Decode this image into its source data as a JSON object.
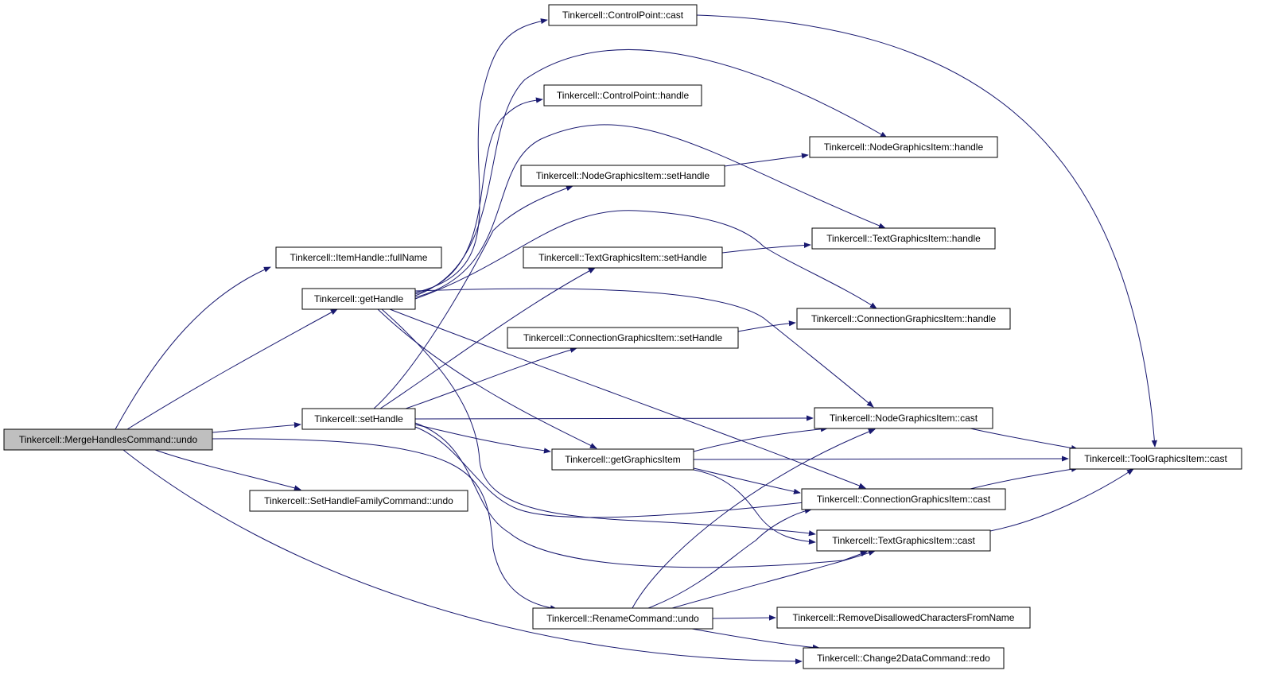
{
  "graph": {
    "edge_color": "#191970",
    "root_fill": "#bfbfbf",
    "nodes": {
      "merge_undo": "Tinkercell::MergeHandlesCommand::undo",
      "fullname": "Tinkercell::ItemHandle::fullName",
      "gethandle": "Tinkercell::getHandle",
      "sethandle": "Tinkercell::setHandle",
      "setfamily_undo": "Tinkercell::SetHandleFamilyCommand::undo",
      "rename_undo": "Tinkercell::RenameCommand::undo",
      "change2_redo": "Tinkercell::Change2DataCommand::redo",
      "cp_cast": "Tinkercell::ControlPoint::cast",
      "cp_handle": "Tinkercell::ControlPoint::handle",
      "ngi_sethandle": "Tinkercell::NodeGraphicsItem::setHandle",
      "tgi_sethandle": "Tinkercell::TextGraphicsItem::setHandle",
      "cgi_sethandle": "Tinkercell::ConnectionGraphicsItem::setHandle",
      "getgraphicsitem": "Tinkercell::getGraphicsItem",
      "ngi_handle": "Tinkercell::NodeGraphicsItem::handle",
      "tgi_handle": "Tinkercell::TextGraphicsItem::handle",
      "cgi_handle": "Tinkercell::ConnectionGraphicsItem::handle",
      "ngi_cast": "Tinkercell::NodeGraphicsItem::cast",
      "cgi_cast": "Tinkercell::ConnectionGraphicsItem::cast",
      "tgi_cast": "Tinkercell::TextGraphicsItem::cast",
      "remove_disallowed": "Tinkercell::RemoveDisallowedCharactersFromName",
      "toolgi_cast": "Tinkercell::ToolGraphicsItem::cast"
    },
    "edges": [
      [
        "merge_undo",
        "fullname"
      ],
      [
        "merge_undo",
        "gethandle"
      ],
      [
        "merge_undo",
        "sethandle"
      ],
      [
        "merge_undo",
        "setfamily_undo"
      ],
      [
        "merge_undo",
        "rename_undo"
      ],
      [
        "merge_undo",
        "change2_redo"
      ],
      [
        "gethandle",
        "cp_cast"
      ],
      [
        "gethandle",
        "cp_handle"
      ],
      [
        "gethandle",
        "ngi_handle"
      ],
      [
        "gethandle",
        "tgi_handle"
      ],
      [
        "gethandle",
        "cgi_handle"
      ],
      [
        "gethandle",
        "ngi_cast"
      ],
      [
        "gethandle",
        "cgi_cast"
      ],
      [
        "gethandle",
        "tgi_cast"
      ],
      [
        "gethandle",
        "getgraphicsitem"
      ],
      [
        "sethandle",
        "ngi_sethandle"
      ],
      [
        "sethandle",
        "tgi_sethandle"
      ],
      [
        "sethandle",
        "cgi_sethandle"
      ],
      [
        "sethandle",
        "ngi_cast"
      ],
      [
        "sethandle",
        "getgraphicsitem"
      ],
      [
        "sethandle",
        "cgi_cast"
      ],
      [
        "sethandle",
        "tgi_cast"
      ],
      [
        "ngi_sethandle",
        "ngi_handle"
      ],
      [
        "tgi_sethandle",
        "tgi_handle"
      ],
      [
        "cgi_sethandle",
        "cgi_handle"
      ],
      [
        "getgraphicsitem",
        "ngi_cast"
      ],
      [
        "getgraphicsitem",
        "toolgi_cast"
      ],
      [
        "getgraphicsitem",
        "cgi_cast"
      ],
      [
        "getgraphicsitem",
        "tgi_cast"
      ],
      [
        "cp_cast",
        "toolgi_cast"
      ],
      [
        "ngi_cast",
        "toolgi_cast"
      ],
      [
        "cgi_cast",
        "toolgi_cast"
      ],
      [
        "tgi_cast",
        "toolgi_cast"
      ],
      [
        "rename_undo",
        "ngi_cast"
      ],
      [
        "rename_undo",
        "cgi_cast"
      ],
      [
        "rename_undo",
        "tgi_cast"
      ],
      [
        "rename_undo",
        "remove_disallowed"
      ],
      [
        "rename_undo",
        "change2_redo"
      ]
    ]
  }
}
